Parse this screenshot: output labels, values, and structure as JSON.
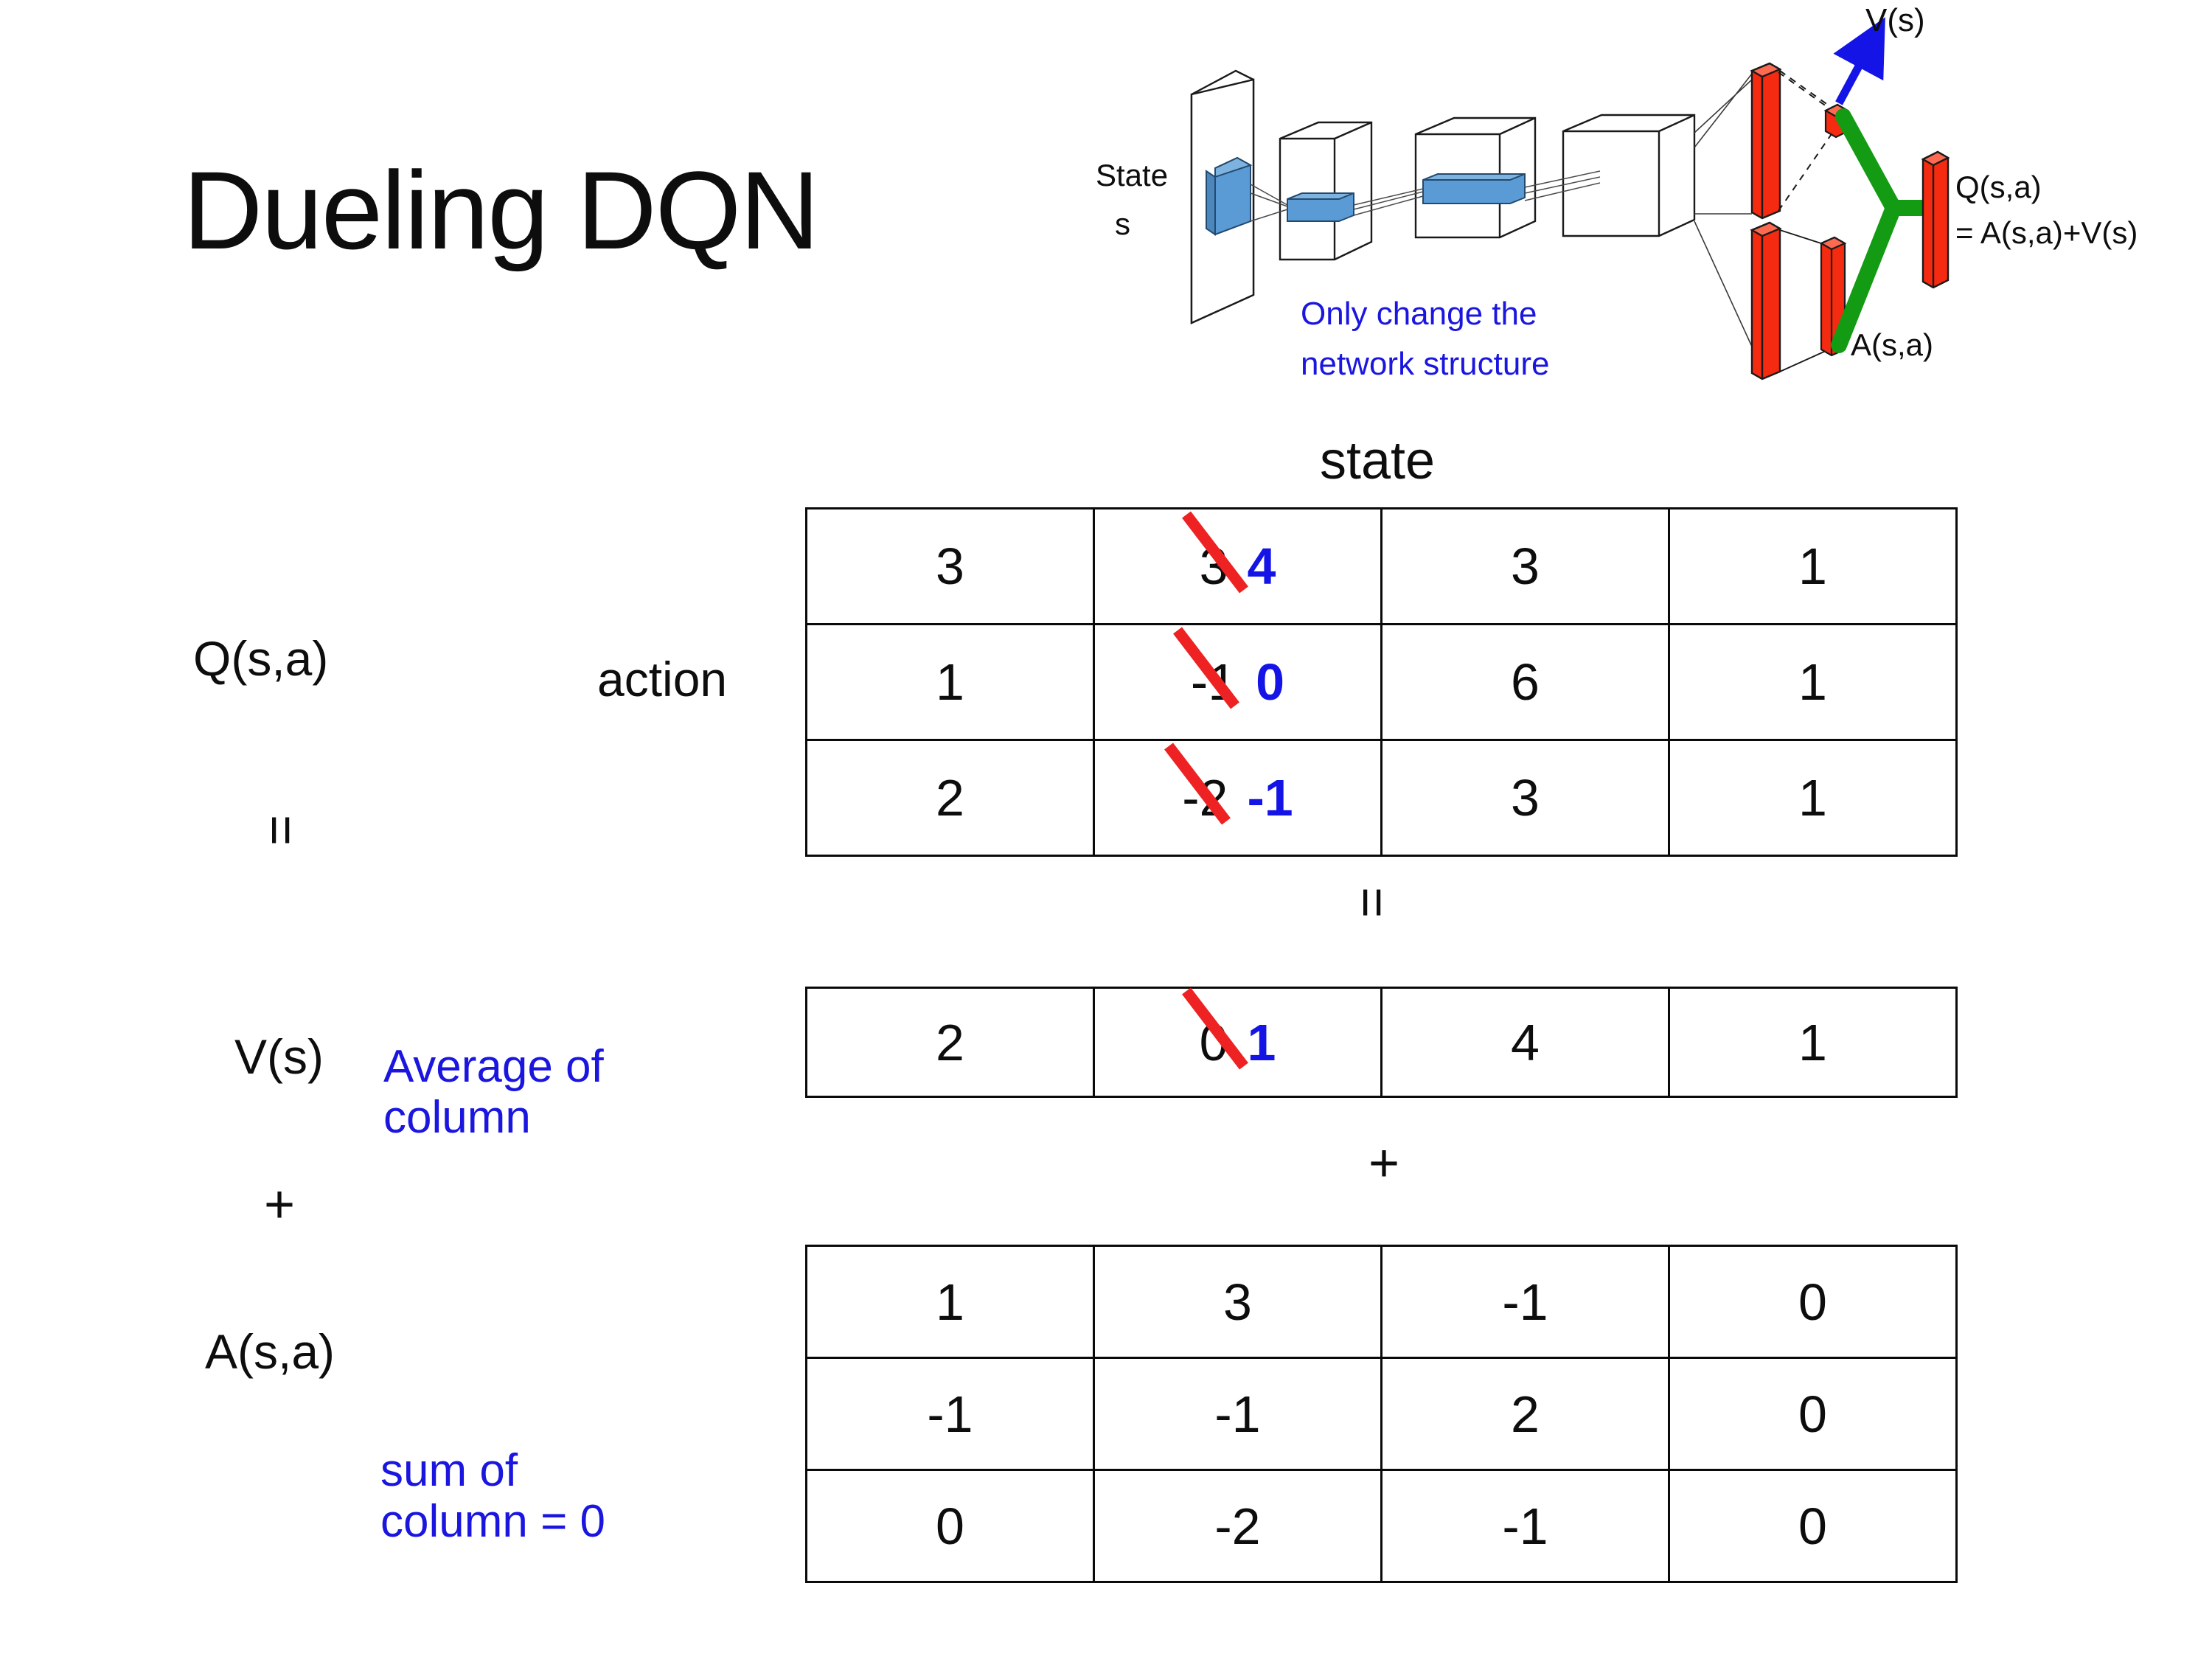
{
  "slide": {
    "title": "Dueling DQN",
    "background": "#ffffff"
  },
  "colors": {
    "accent_blue": "#1414e6",
    "note_blue": "#1a16e0",
    "strike_red": "#ee2222",
    "bar_red": "#f42b10",
    "link_green": "#139b13",
    "arrow_blue": "#1414e6",
    "conv_blue": "#5b9bd5",
    "text_black": "#0d0d0d"
  },
  "diagram": {
    "state_label_line1": "State",
    "state_label_line2": "s",
    "note": "Only change the\nnetwork structure",
    "value_stream_label": "V(s)",
    "advantage_stream_label": "A(s,a)",
    "output_label_line1": "Q(s,a)",
    "output_label_line2": "= A(s,a)+V(s)"
  },
  "labels": {
    "state_axis": "state",
    "action_axis": "action",
    "q_label": "Q(s,a)",
    "v_label": "V(s)",
    "a_label": "A(s,a)",
    "equals_top": "=",
    "equals_mid": "=",
    "plus_left": "+",
    "plus_mid": "+",
    "v_note": "Average of\ncolumn",
    "a_note": "sum of\ncolumn = 0"
  },
  "chart_data": {
    "type": "table",
    "title": "Dueling DQN decomposition Q(s,a) = V(s) + A(s,a)",
    "axes": {
      "columns": "state",
      "rows": "action"
    },
    "tables": [
      {
        "name": "Q(s,a)",
        "rows": [
          [
            {
              "value": "3"
            },
            {
              "value": "3",
              "struck": true,
              "corrected": "4"
            },
            {
              "value": "3"
            },
            {
              "value": "1"
            }
          ],
          [
            {
              "value": "1"
            },
            {
              "value": "-1",
              "struck": true,
              "corrected": "0"
            },
            {
              "value": "6"
            },
            {
              "value": "1"
            }
          ],
          [
            {
              "value": "2"
            },
            {
              "value": "-2",
              "struck": true,
              "corrected": "-1"
            },
            {
              "value": "3"
            },
            {
              "value": "1"
            }
          ]
        ]
      },
      {
        "name": "V(s)",
        "rows": [
          [
            {
              "value": "2"
            },
            {
              "value": "0",
              "struck": true,
              "corrected": "1"
            },
            {
              "value": "4"
            },
            {
              "value": "1"
            }
          ]
        ]
      },
      {
        "name": "A(s,a)",
        "rows": [
          [
            {
              "value": "1"
            },
            {
              "value": "3"
            },
            {
              "value": "-1"
            },
            {
              "value": "0"
            }
          ],
          [
            {
              "value": "-1"
            },
            {
              "value": "-1"
            },
            {
              "value": "2"
            },
            {
              "value": "0"
            }
          ],
          [
            {
              "value": "0"
            },
            {
              "value": "-2"
            },
            {
              "value": "-1"
            },
            {
              "value": "0"
            }
          ]
        ]
      }
    ]
  },
  "q_table": {
    "r0c0": "3",
    "r0c1_old": "3",
    "r0c1_new": "4",
    "r0c2": "3",
    "r0c3": "1",
    "r1c0": "1",
    "r1c1_old": "-1",
    "r1c1_new": "0",
    "r1c2": "6",
    "r1c3": "1",
    "r2c0": "2",
    "r2c1_old": "-2",
    "r2c1_new": "-1",
    "r2c2": "3",
    "r2c3": "1"
  },
  "v_table": {
    "c0": "2",
    "c1_old": "0",
    "c1_new": "1",
    "c2": "4",
    "c3": "1"
  },
  "a_table": {
    "r0c0": "1",
    "r0c1": "3",
    "r0c2": "-1",
    "r0c3": "0",
    "r1c0": "-1",
    "r1c1": "-1",
    "r1c2": "2",
    "r1c3": "0",
    "r2c0": "0",
    "r2c1": "-2",
    "r2c2": "-1",
    "r2c3": "0"
  }
}
